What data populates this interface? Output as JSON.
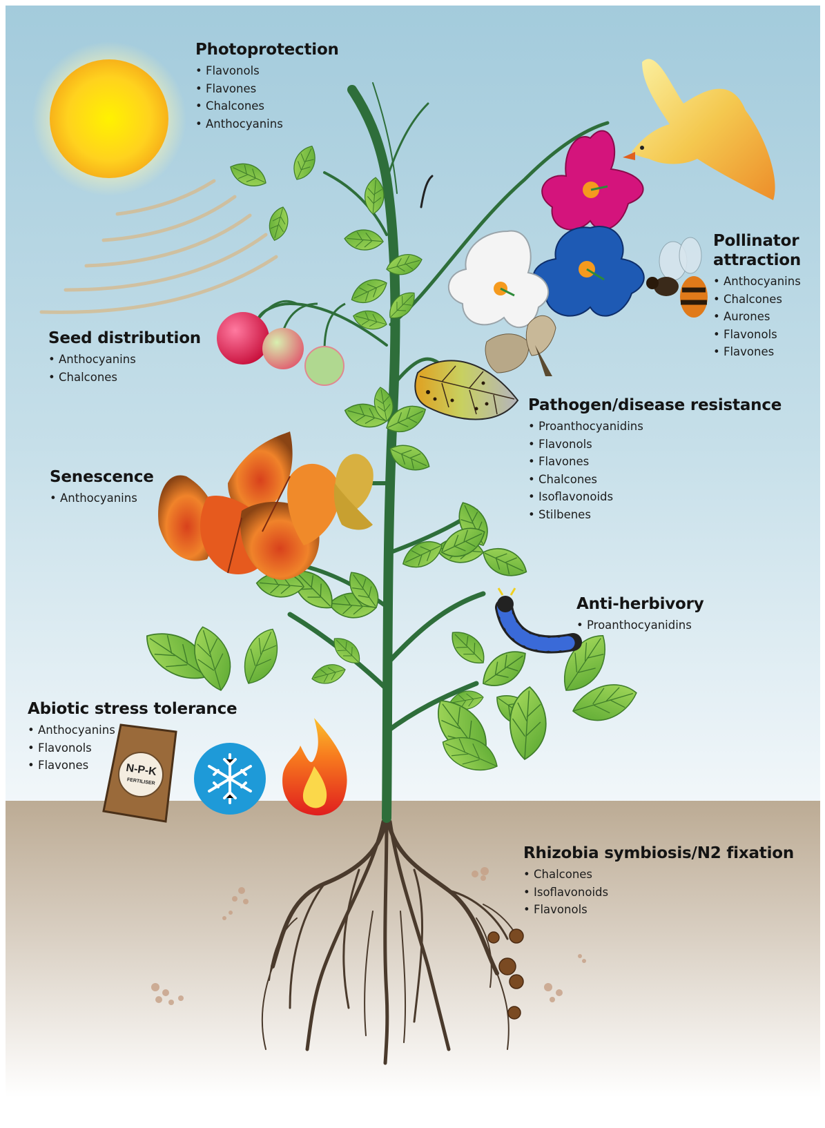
{
  "labels": {
    "photoprotection": {
      "title": "Photoprotection",
      "items": [
        "Flavonols",
        "Flavones",
        "Chalcones",
        "Anthocyanins"
      ]
    },
    "pollinator": {
      "title_line1": "Pollinator",
      "title_line2": "attraction",
      "items": [
        "Anthocyanins",
        "Chalcones",
        "Aurones",
        "Flavonols",
        "Flavones"
      ]
    },
    "seed": {
      "title": "Seed distribution",
      "items": [
        "Anthocyanins",
        "Chalcones"
      ]
    },
    "pathogen": {
      "title": "Pathogen/disease resistance",
      "items": [
        "Proanthocyanidins",
        "Flavonols",
        "Flavones",
        "Chalcones",
        "Isoflavonoids",
        "Stilbenes"
      ]
    },
    "senescence": {
      "title": "Senescence",
      "items": [
        "Anthocyanins"
      ]
    },
    "antiherbivory": {
      "title": "Anti-herbivory",
      "items": [
        "Proanthocyanidins"
      ]
    },
    "abiotic": {
      "title": "Abiotic stress tolerance",
      "items": [
        "Anthocyanins",
        "Flavonols",
        "Flavones"
      ]
    },
    "rhizobia": {
      "title": "Rhizobia symbiosis/N2 fixation",
      "items": [
        "Chalcones",
        "Isoflavonoids",
        "Flavonols"
      ]
    }
  },
  "fertiliser": {
    "brand": "N-P-K",
    "word": "FERTILISER"
  },
  "colors": {
    "sky_top": "#a3cbdc",
    "sky_bottom": "#f2f7fa",
    "soil_top": "#bcab94",
    "soil_bottom": "#ffffff",
    "stem": "#2e6e3a",
    "leaf": "#7cc242",
    "sun": "#ffdc1e",
    "flower_magenta": "#d4147c",
    "flower_blue": "#1e5ab4",
    "text": "#141414"
  },
  "icons": [
    "sun-icon",
    "bird-icon",
    "bee-icon",
    "moth-icon",
    "caterpillar-icon",
    "snowflake-icon",
    "flame-icon",
    "fertiliser-bag-icon",
    "root-nodule-icon"
  ]
}
